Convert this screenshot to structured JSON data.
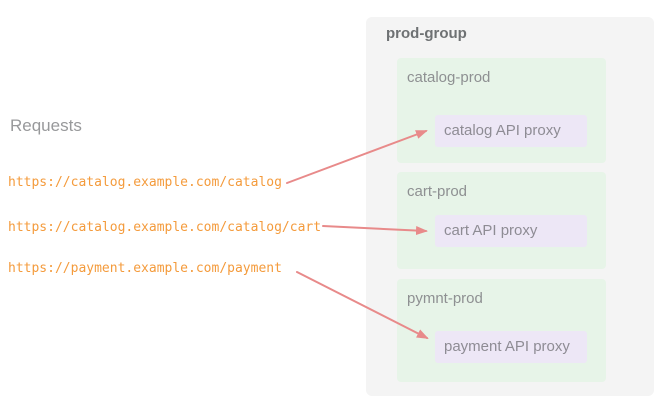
{
  "requests": {
    "heading": "Requests",
    "urls": [
      "https://catalog.example.com/catalog",
      "https://catalog.example.com/catalog/cart",
      "https://payment.example.com/payment"
    ]
  },
  "group": {
    "label": "prod-group",
    "environments": [
      {
        "label": "catalog-prod",
        "proxy_label": "catalog API proxy"
      },
      {
        "label": "cart-prod",
        "proxy_label": "cart API proxy"
      },
      {
        "label": "pymnt-prod",
        "proxy_label": "payment API proxy"
      }
    ]
  },
  "colors": {
    "url_text": "#F49B3C",
    "arrow": "#E88A8A",
    "group_bg": "#F4F4F4",
    "env_bg": "#E7F4E8",
    "proxy_bg": "#EDE7F6",
    "heading_text": "#98999B",
    "group_label_text": "#6E7173",
    "env_label_text": "#8E9092",
    "proxy_label_text": "#8E8C94"
  }
}
